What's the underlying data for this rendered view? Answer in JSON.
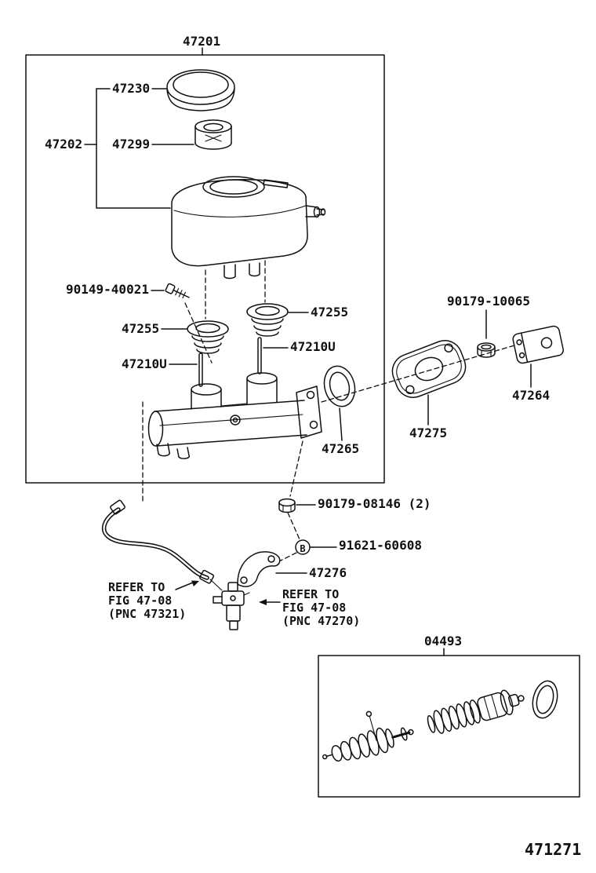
{
  "diagram": {
    "main_box_label": "47201",
    "kit_box_label": "04493",
    "figure_number": "471271",
    "parts": {
      "cap": "47230",
      "reservoir_assembly": "47202",
      "strainer": "47299",
      "reservoir_set_screw": "90149-40021",
      "grommet": "47255",
      "pin": "47210U",
      "seal_ring": "47265",
      "upper_nut": "90179-10065",
      "mounting_bracket": "47264",
      "gasket": "47275",
      "lower_nut": "90179-08146 (2)",
      "bolt_marker": "B",
      "bolt": "91621-60608",
      "stay_bracket": "47276"
    },
    "references": {
      "left": {
        "line1": "REFER TO",
        "line2": "FIG 47-08",
        "line3": "(PNC 47321)"
      },
      "right": {
        "line1": "REFER TO",
        "line2": "FIG 47-08",
        "line3": "(PNC 47270)"
      }
    }
  }
}
